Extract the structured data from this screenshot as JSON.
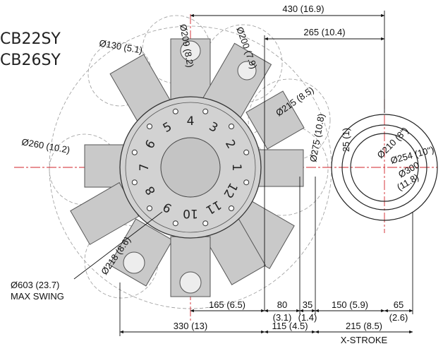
{
  "models": [
    "CB22SY",
    "CB26SY"
  ],
  "dimensions": {
    "d430": "430 (16.9)",
    "d265": "265 (10.4)",
    "d209": "Ø209 (8.2)",
    "d200": "Ø200 (7.9)",
    "d130": "Ø130 (5.1)",
    "d215": "Ø215 (8.5)",
    "d275": "Ø275 (10.8)",
    "d25": "25 (1)",
    "d210": "Ø210 (8\")",
    "d254": "Ø254 (10\")",
    "d300a": "Ø300",
    "d300b": "(11.8)",
    "d260": "Ø260 (10.2)",
    "d218": "Ø218 (8.6)",
    "d603": "Ø603 (23.7)",
    "max_swing": "MAX SWING",
    "d165": "165 (6.5)",
    "d80": "80",
    "d35": "35",
    "d80in": "(3.1)",
    "d35in": "(1.4)",
    "d150": "150 (5.9)",
    "d65": "65",
    "d65in": "(2.6)",
    "d330": "330 (13)",
    "d115": "115 (4.5)",
    "d215b": "215 (8.5)",
    "xstroke": "X-STROKE"
  },
  "turret_numbers": [
    "1",
    "2",
    "3",
    "4",
    "5",
    "6",
    "7",
    "8",
    "9",
    "10",
    "11",
    "12"
  ],
  "colors": {
    "line": "#111111",
    "turret": "#cfcfcf",
    "turret_dark": "#8c8c8c",
    "centerline": "#d2232a",
    "dashed": "#999999"
  }
}
